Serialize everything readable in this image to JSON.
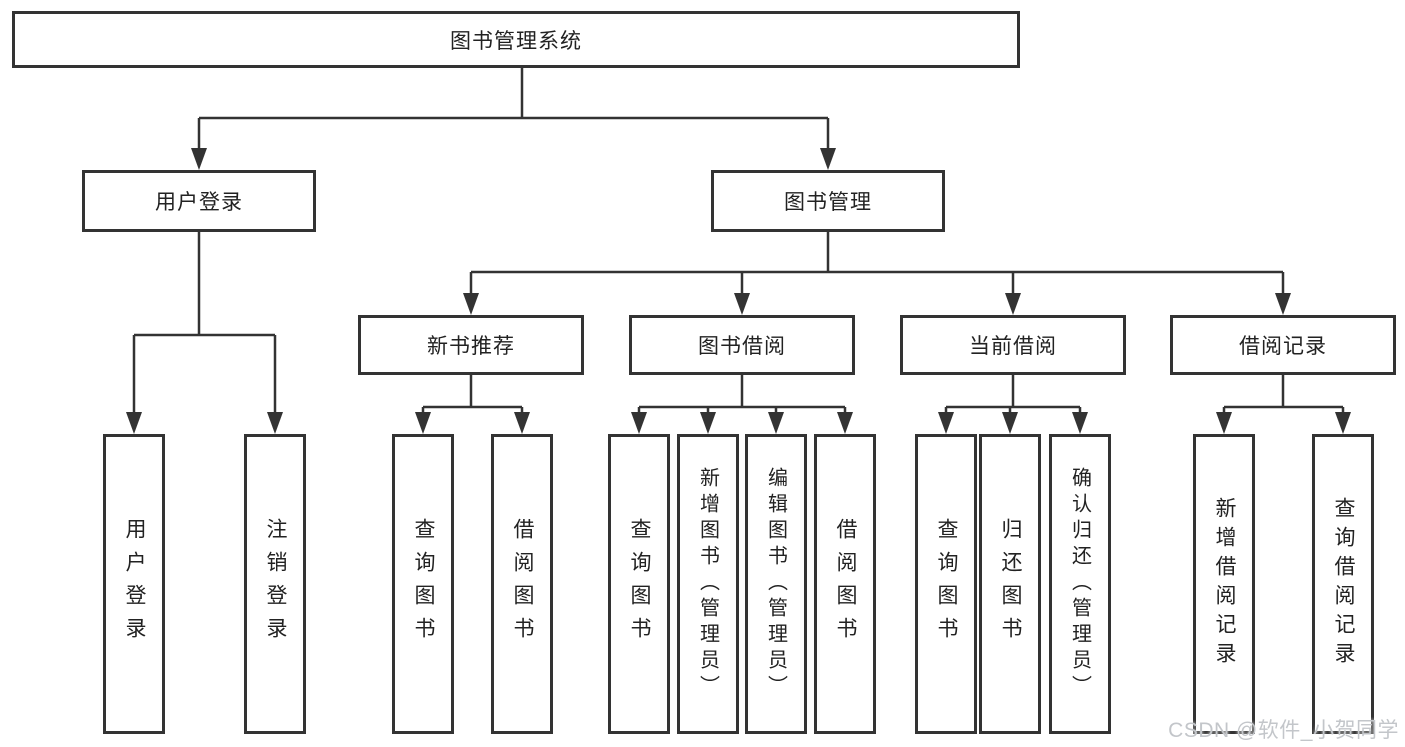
{
  "nodes": {
    "root": {
      "label": "图书管理系统"
    },
    "userLogin": {
      "label": "用户登录",
      "children": {
        "login": "用户登录",
        "logout": "注销登录"
      }
    },
    "bookMgmt": {
      "label": "图书管理"
    },
    "newBookRec": {
      "label": "新书推荐",
      "children": {
        "queryBook": "查询图书",
        "borrowBook": "借阅图书"
      }
    },
    "bookBorrow": {
      "label": "图书借阅",
      "children": {
        "queryBook": "查询图书",
        "addBook": "新增图书（管理员）",
        "editBook": "编辑图书（管理员）",
        "borrowBook": "借阅图书"
      }
    },
    "currentBorrow": {
      "label": "当前借阅",
      "children": {
        "queryBook": "查询图书",
        "returnBook": "归还图书",
        "confirmReturn": "确认归还（管理员）"
      }
    },
    "borrowRecord": {
      "label": "借阅记录",
      "children": {
        "addRecord": "新增借阅记录",
        "queryRecord": "查询借阅记录"
      }
    }
  },
  "watermark": {
    "text": "CSDN @软件_小贺同学"
  },
  "colors": {
    "line": "#333333",
    "border": "#333333",
    "text": "#222222",
    "background": "#ffffff",
    "watermark": "#c3c6ca"
  }
}
